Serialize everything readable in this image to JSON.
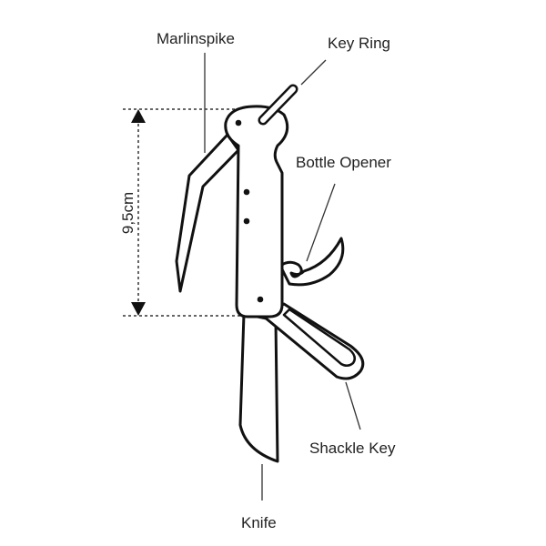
{
  "title": "Multi-tool knife diagram",
  "labels": {
    "marlinspike": "Marlinspike",
    "key_ring": "Key Ring",
    "bottle_opener": "Bottle Opener",
    "shackle_key": "Shackle Key",
    "knife": "Knife"
  },
  "dimension": {
    "length": "9,5cm"
  }
}
